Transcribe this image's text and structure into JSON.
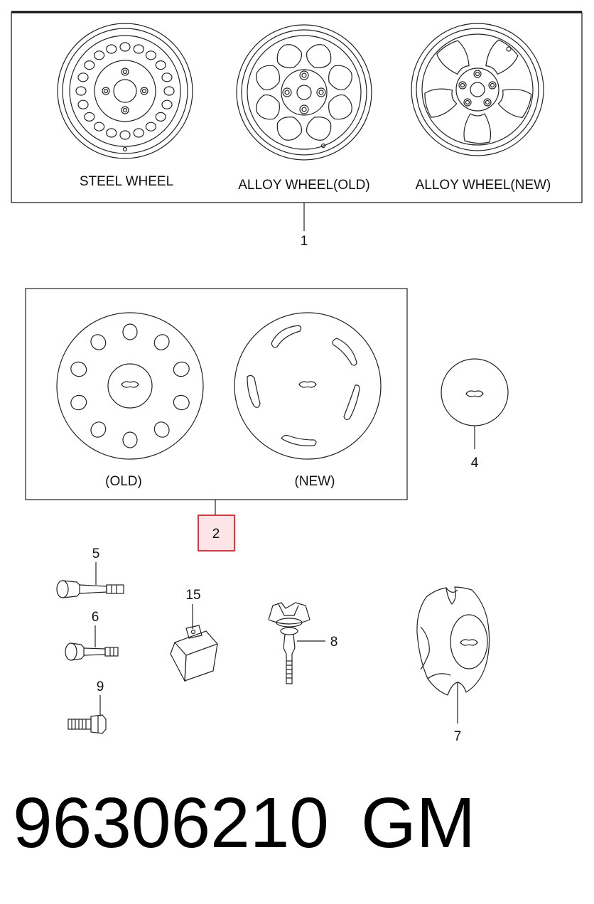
{
  "wheels_box": {
    "labels": [
      "STEEL WHEEL",
      "ALLOY WHEEL(OLD)",
      "ALLOY WHEEL(NEW)"
    ],
    "callout": "1"
  },
  "covers_box": {
    "labels": [
      "(OLD)",
      "(NEW)"
    ],
    "callout": "2"
  },
  "callouts": {
    "center_cap": "4",
    "valve_long": "5",
    "valve_short": "6",
    "hub_cap": "7",
    "bolt_pin": "8",
    "wheel_bolt": "9",
    "balance_weight": "15"
  },
  "footer": {
    "part_number": "96306210",
    "brand": "GM"
  },
  "colors": {
    "highlight_border": "#e0202a",
    "highlight_fill": "#fde4e6"
  }
}
